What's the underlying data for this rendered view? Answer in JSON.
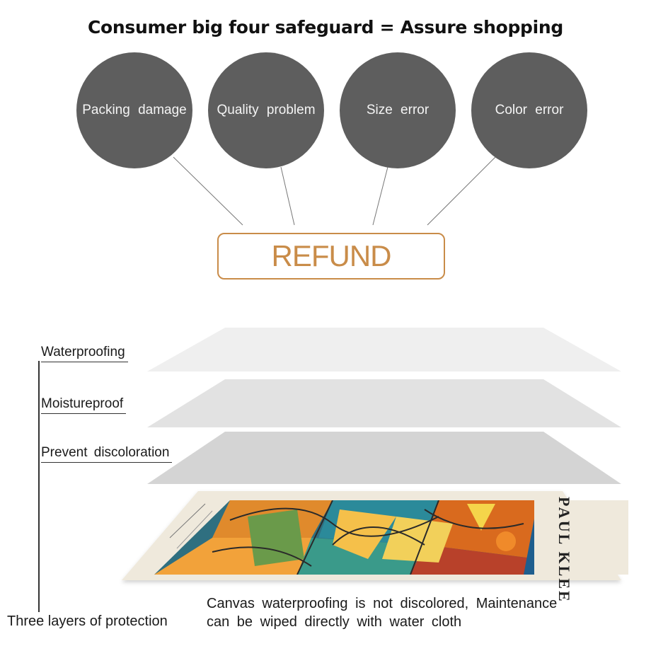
{
  "title": "Consumer big four safeguard = Assure shopping",
  "safeguards": [
    {
      "label": "Packing  damage"
    },
    {
      "label": "Quality  problem"
    },
    {
      "label": "Size  error"
    },
    {
      "label": "Color  error"
    }
  ],
  "refund_label": "REFUND",
  "layers": [
    {
      "label": "Waterproofing"
    },
    {
      "label": "Moistureproof"
    },
    {
      "label": "Prevent  discoloration"
    }
  ],
  "layers_summary": "Three layers of protection",
  "note": {
    "line1": "Canvas  waterproofing  is  not  discolored,  Maintenance",
    "line2": "can  be  wiped  directly  with  water  cloth"
  },
  "poster": {
    "artist": "PAUL KLEE"
  },
  "colors": {
    "circle": "#5e5e5e",
    "refund_accent": "#c98c49",
    "layer_top": "#efefef",
    "layer_mid": "#e2e2e2",
    "layer_bottom": "#d4d4d4",
    "canvas_border": "#efe9dc"
  }
}
